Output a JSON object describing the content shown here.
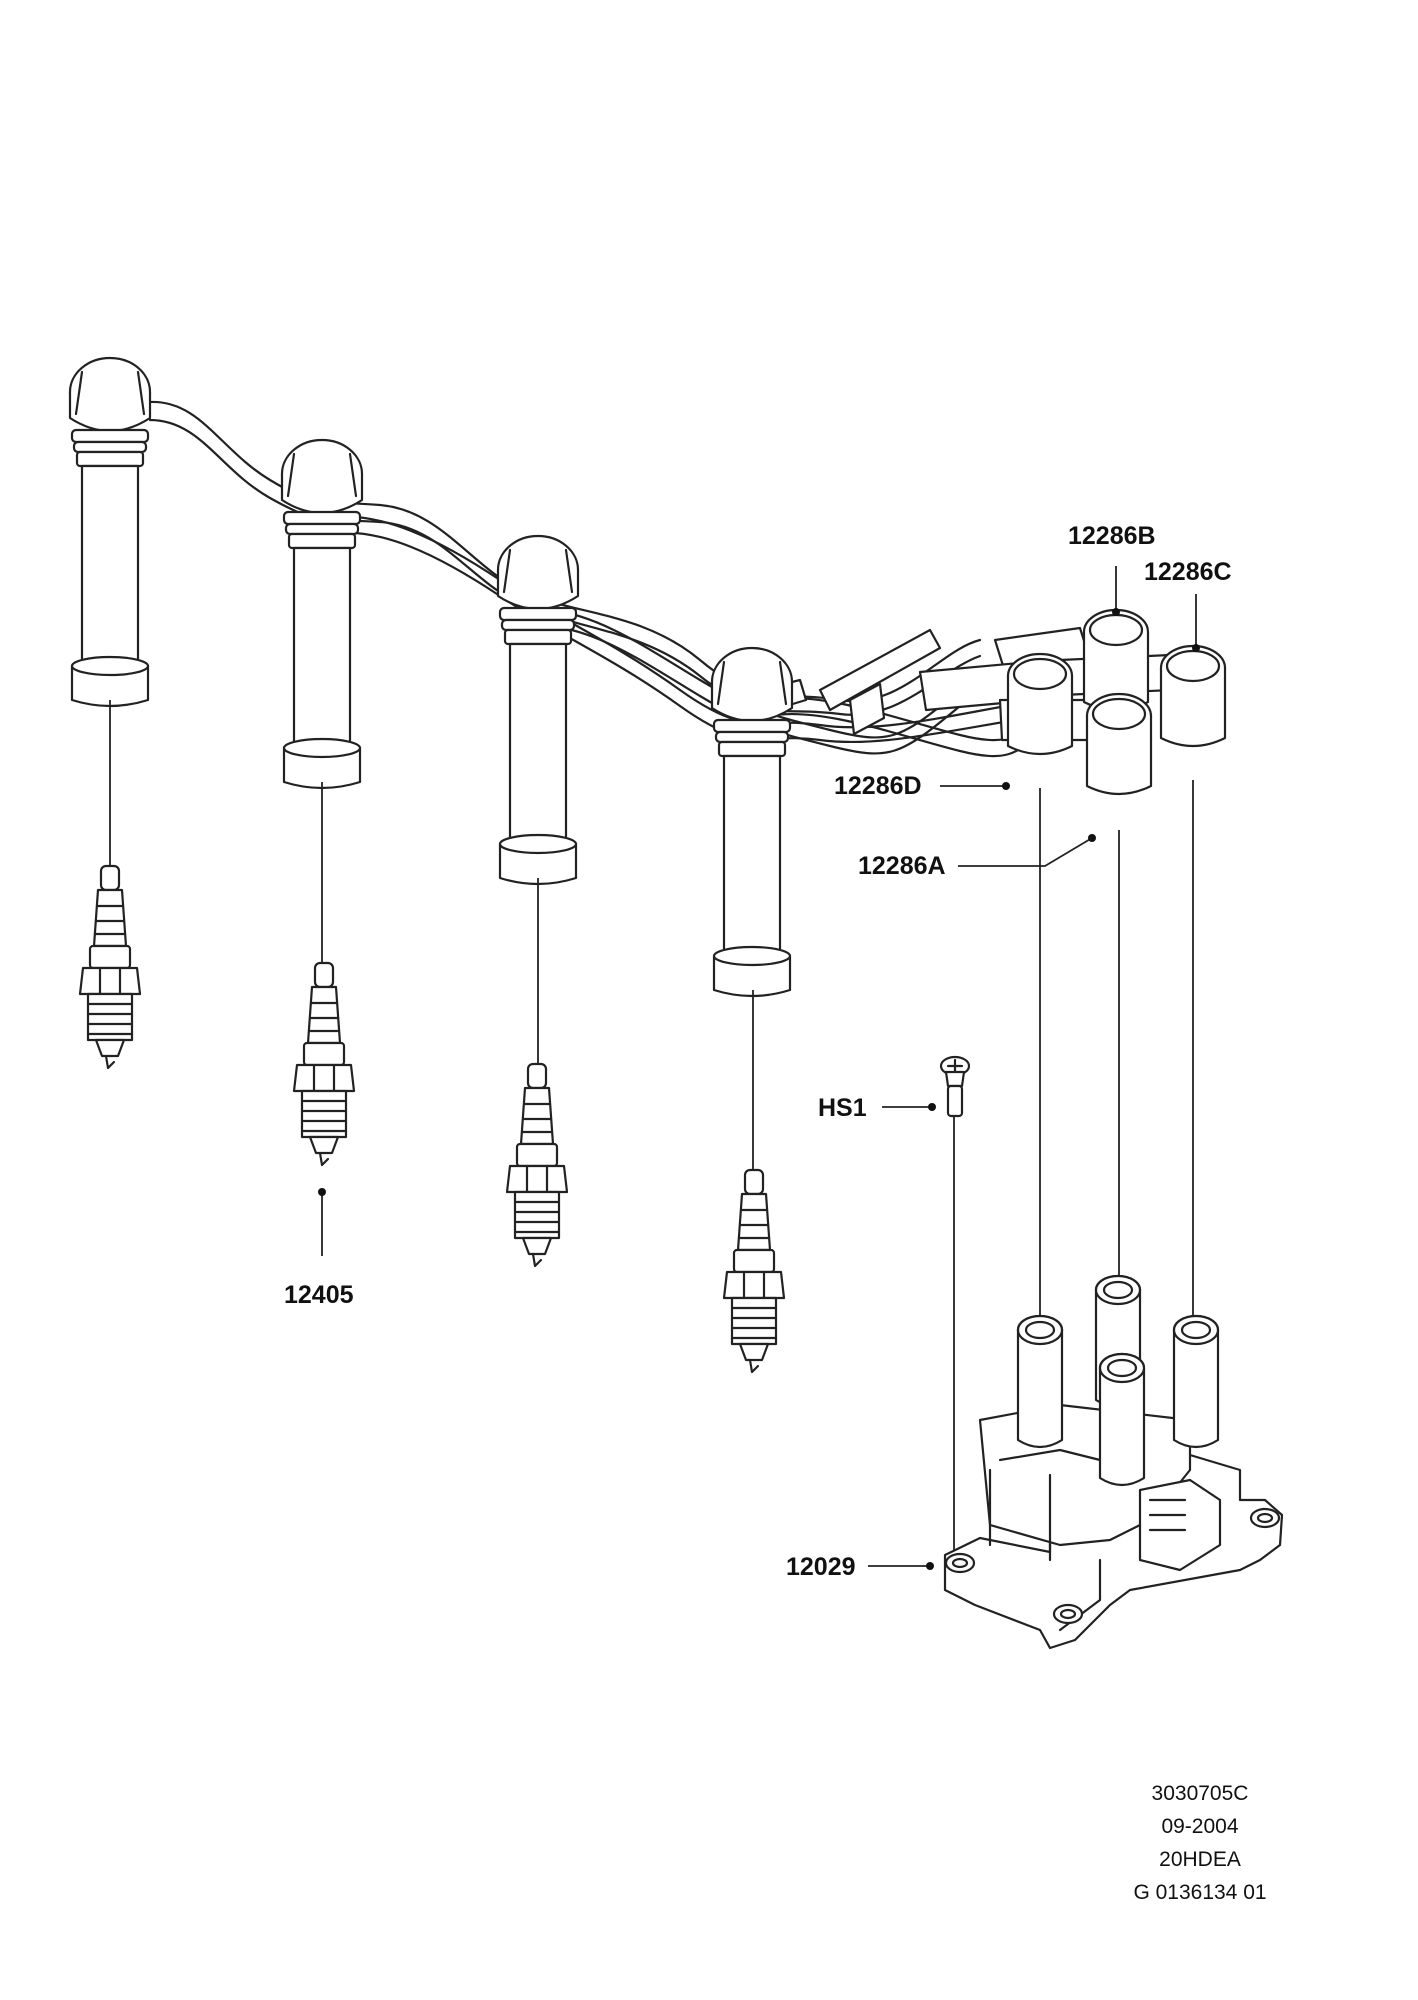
{
  "callouts": {
    "c12286b": "12286B",
    "c12286c": "12286C",
    "c12286d": "12286D",
    "c12286a": "12286A",
    "c12405": "12405",
    "hs1": "HS1",
    "c12029": "12029"
  },
  "footer": {
    "line1": "3030705C",
    "line2": "09-2004",
    "line3": "20HDEA",
    "line4": "G 0136134 01"
  }
}
